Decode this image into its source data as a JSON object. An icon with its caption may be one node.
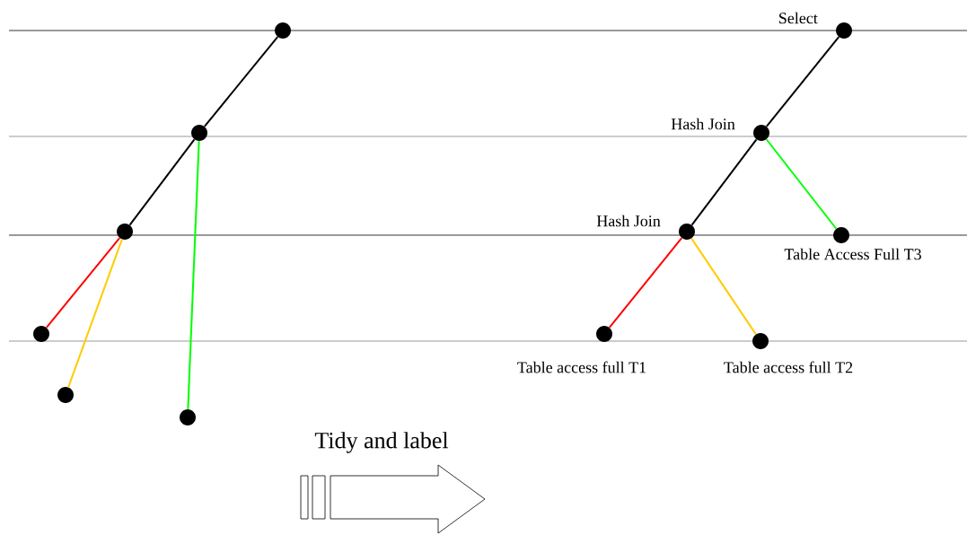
{
  "diagram": {
    "nodes": [
      {
        "text": [],
        "shape": "circle"
      },
      {
        "text": [],
        "shape": "circle"
      },
      {
        "text": [],
        "shape": "circle"
      },
      {
        "text": [],
        "shape": "circle"
      },
      {
        "text": [],
        "shape": "circle"
      },
      {
        "text": [],
        "shape": "circle"
      },
      {
        "text": [],
        "shape": "circle",
        "beside": [
          "Select"
        ]
      },
      {
        "text": [],
        "shape": "circle",
        "beside": [
          "Hash Join"
        ]
      },
      {
        "text": [],
        "shape": "circle",
        "beside": [
          "Hash Join"
        ]
      },
      {
        "text": [],
        "shape": "circle",
        "beside": [
          "Table Access Full T3"
        ]
      },
      {
        "text": [],
        "shape": "circle",
        "beside": [
          "Table access full T1"
        ]
      },
      {
        "text": [],
        "shape": "circle",
        "beside": [
          "Table access full T2"
        ]
      }
    ],
    "edges": [
      {
        "from": 0,
        "to": 1,
        "arrow": "none"
      },
      {
        "from": 1,
        "to": 2,
        "arrow": "none"
      },
      {
        "from": 1,
        "to": 5,
        "arrow": "none",
        "color": "#00ff00"
      },
      {
        "from": 2,
        "to": 3,
        "arrow": "none",
        "color": "#ff0000"
      },
      {
        "from": 2,
        "to": 4,
        "arrow": "none",
        "color": "#ffcc00"
      },
      {
        "from": 6,
        "to": 7,
        "arrow": "none"
      },
      {
        "from": 7,
        "to": 8,
        "arrow": "none"
      },
      {
        "from": 7,
        "to": 9,
        "arrow": "none",
        "color": "#00ff00"
      },
      {
        "from": 8,
        "to": 10,
        "arrow": "none",
        "color": "#ff0000"
      },
      {
        "from": 8,
        "to": 11,
        "arrow": "none",
        "color": "#ffcc00"
      }
    ],
    "labels": [
      "Tidy and label"
    ]
  }
}
